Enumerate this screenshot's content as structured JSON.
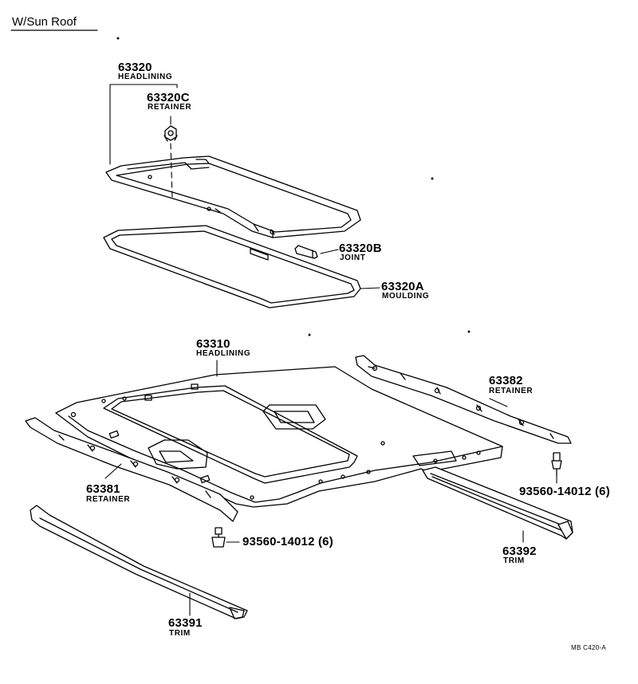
{
  "header": {
    "title": "W/Sun Roof"
  },
  "parts": {
    "p63320": {
      "number": "63320",
      "name": "HEADLINING"
    },
    "p63320C": {
      "number": "63320C",
      "name": "RETAINER"
    },
    "p63320B": {
      "number": "63320B",
      "name": "JOINT"
    },
    "p63320A": {
      "number": "63320A",
      "name": "MOULDING"
    },
    "p63310": {
      "number": "63310",
      "name": "HEADLINING"
    },
    "p63382": {
      "number": "63382",
      "name": "RETAINER"
    },
    "p93560r": {
      "number": "93560-14012 (6)"
    },
    "p63381": {
      "number": "63381",
      "name": "RETAINER"
    },
    "p93560l": {
      "number": "93560-14012 (6)"
    },
    "p63392": {
      "number": "63392",
      "name": "TRIM"
    },
    "p63391": {
      "number": "63391",
      "name": "TRIM"
    }
  },
  "figure_code": "MB C420-A"
}
